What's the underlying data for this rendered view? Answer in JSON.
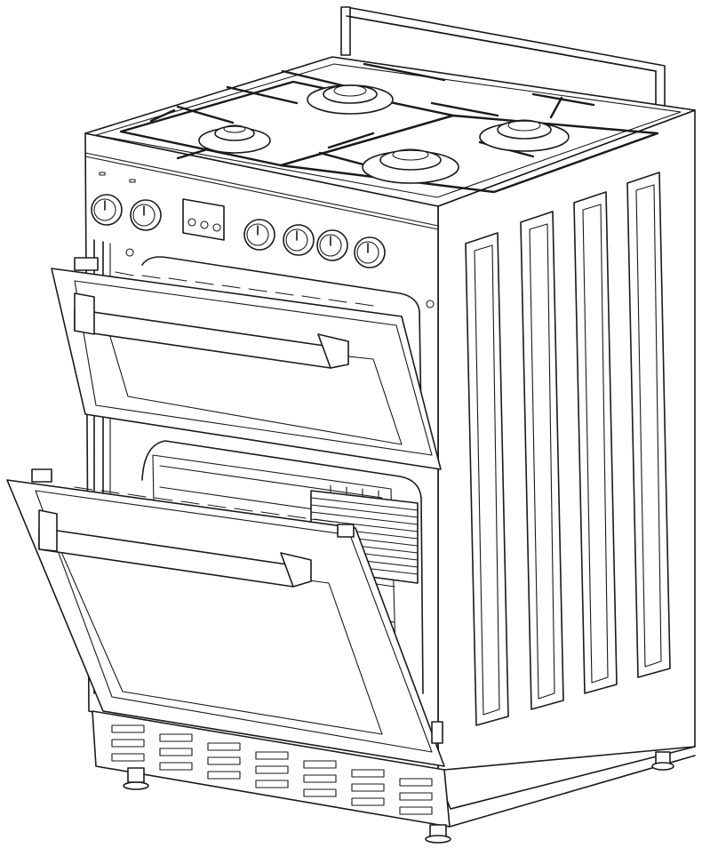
{
  "colors": {
    "line": "#1a1a1a",
    "background": "#ffffff"
  },
  "counts": {
    "burners": 4,
    "knobs": 6,
    "oven_doors_open": 2,
    "side_panel_ribs": 4
  }
}
